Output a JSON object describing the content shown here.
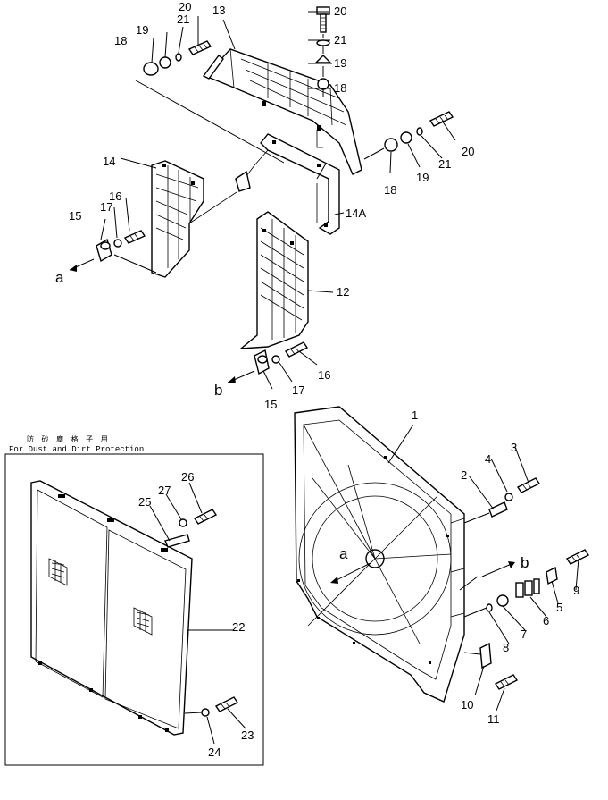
{
  "callouts": {
    "c1": "1",
    "c2": "2",
    "c3": "3",
    "c4": "4",
    "c5": "5",
    "c6": "6",
    "c7": "7",
    "c8": "8",
    "c9": "9",
    "c10": "10",
    "c11": "11",
    "c12": "12",
    "c13": "13",
    "c14": "14",
    "c14a": "14A",
    "c15a": "15",
    "c15b": "15",
    "c16a": "16",
    "c16b": "16",
    "c17a": "17",
    "c17b": "17",
    "c18a": "18",
    "c18b": "18",
    "c18c": "18",
    "c19a": "19",
    "c19b": "19",
    "c19c": "19",
    "c20a": "20",
    "c20b": "20",
    "c20c": "20",
    "c21a": "21",
    "c21b": "21",
    "c21c": "21",
    "c22": "22",
    "c23": "23",
    "c24": "24",
    "c25": "25",
    "c26": "26",
    "c27": "27"
  },
  "view_markers": {
    "a1": "a",
    "a2": "a",
    "b1": "b",
    "b2": "b"
  },
  "inset": {
    "title_ja": "防 砂 塵 格 子 用",
    "title_en": "For Dust and Dirt Protection"
  }
}
